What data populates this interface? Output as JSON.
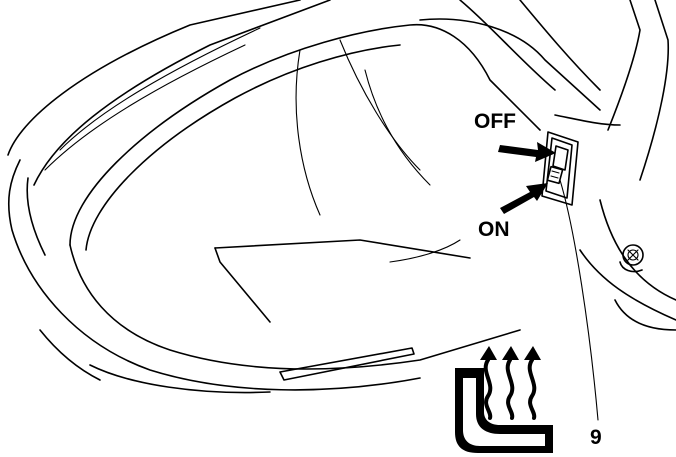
{
  "labels": {
    "off": "OFF",
    "on": "ON",
    "callout": "9"
  },
  "icons": {
    "heated_seat": "heated-seat-icon",
    "arrow": "arrow-icon"
  },
  "colors": {
    "line": "#000000",
    "background": "#ffffff"
  }
}
